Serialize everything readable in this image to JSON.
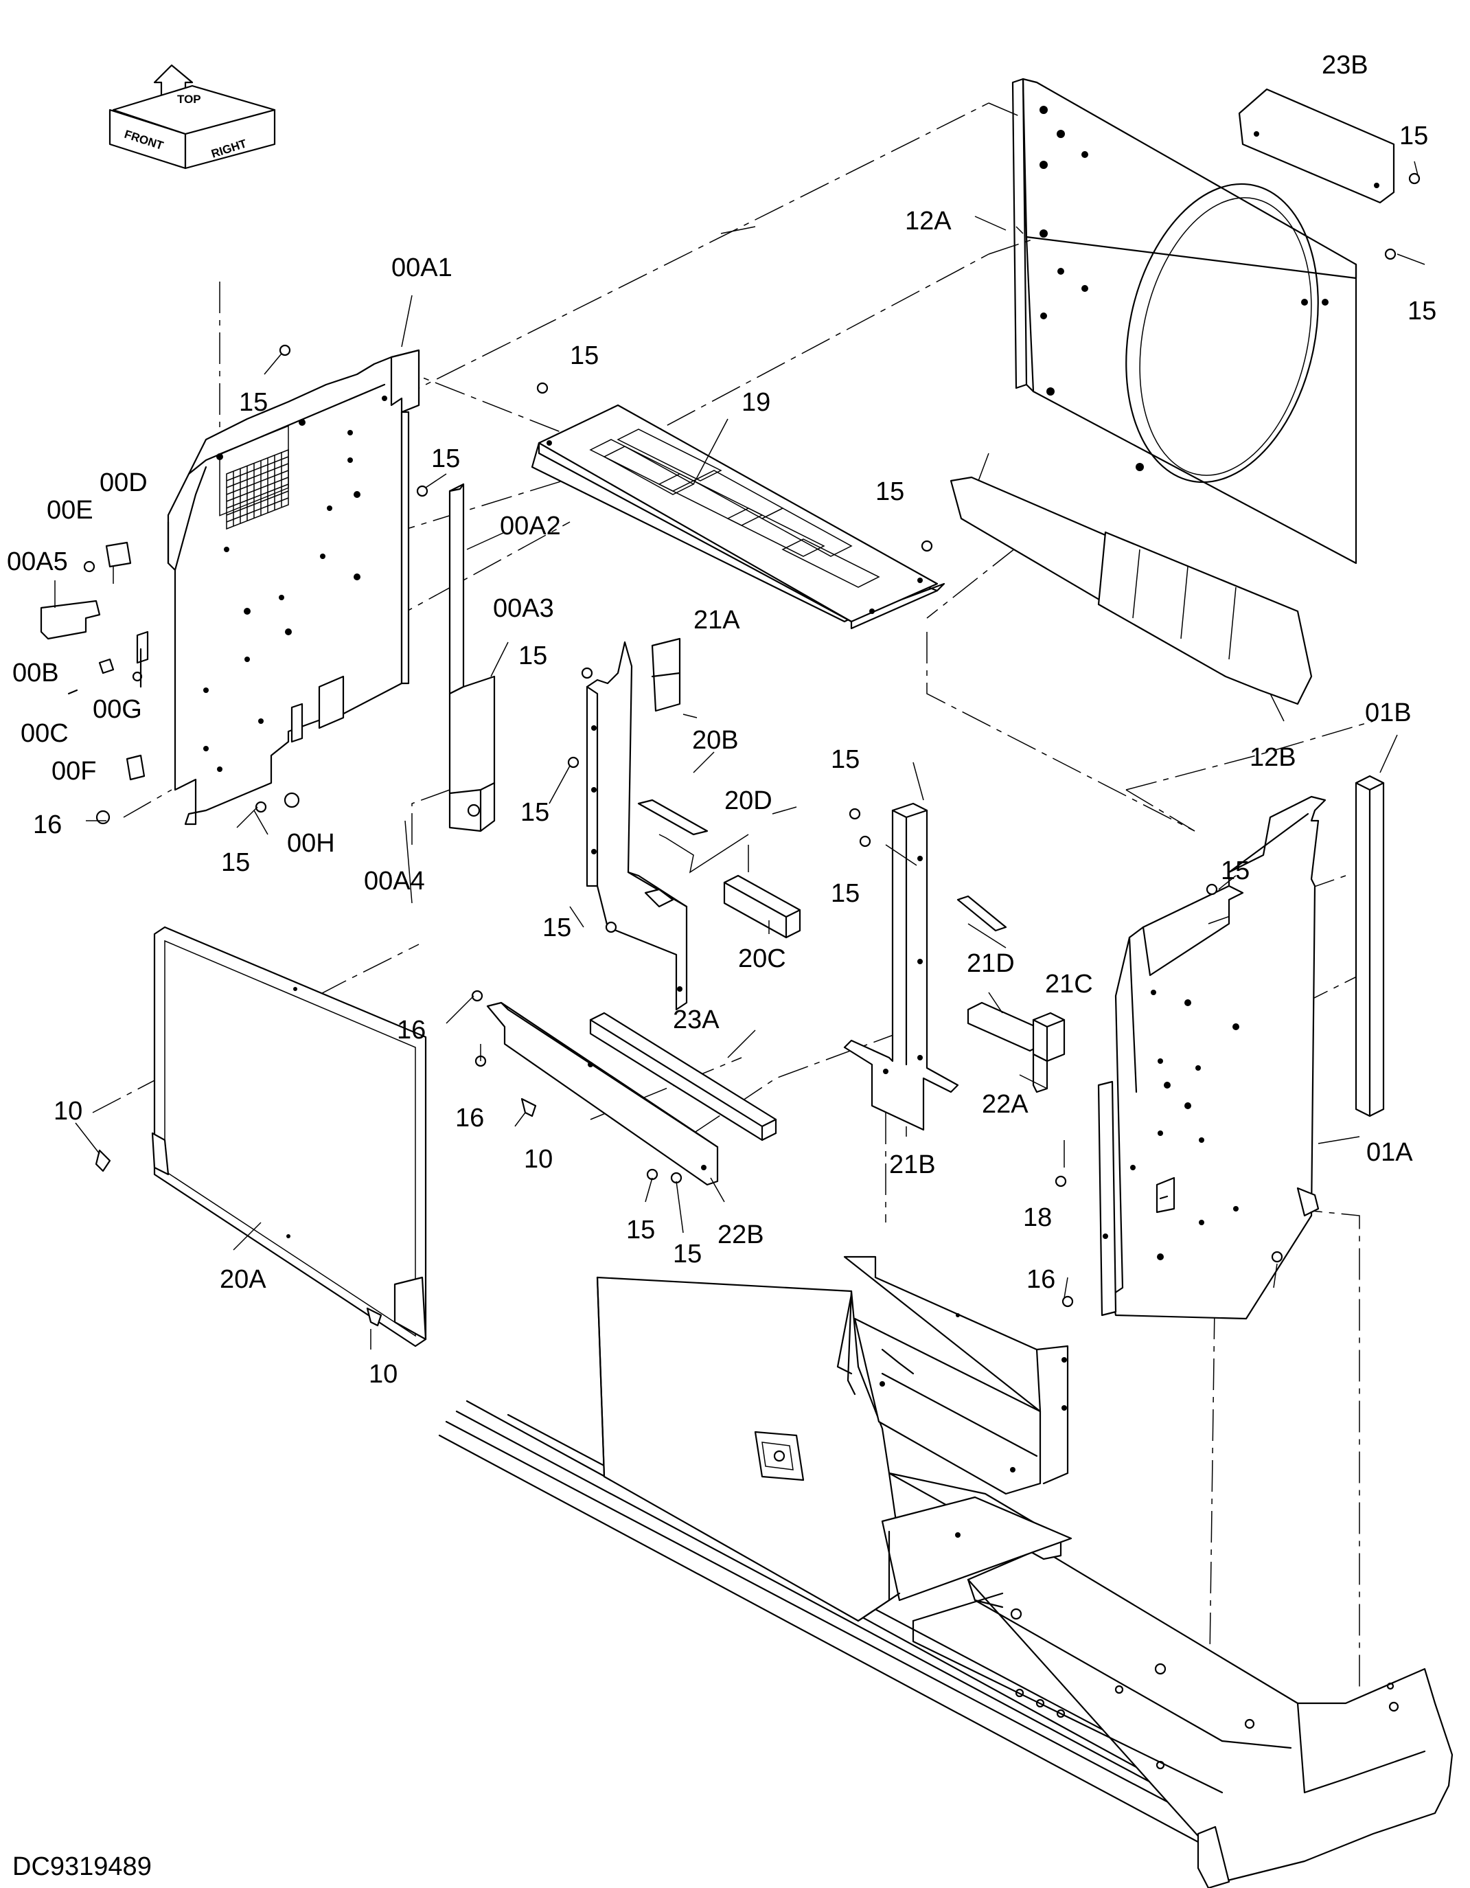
{
  "drawing_id": "DC9319489",
  "orientation_icon": {
    "front": "FRONT",
    "top": "TOP",
    "right": "RIGHT"
  },
  "callouts": [
    "00A1",
    "00A2",
    "00A3",
    "00A4",
    "00A5",
    "00B",
    "00C",
    "00D",
    "00E",
    "00F",
    "00G",
    "00H",
    "01A",
    "01B",
    "10",
    "10",
    "10",
    "12A",
    "12B",
    "15",
    "15",
    "15",
    "15",
    "15",
    "15",
    "15",
    "15",
    "15",
    "15",
    "15",
    "15",
    "15",
    "15",
    "15",
    "16",
    "16",
    "16",
    "16",
    "18",
    "19",
    "20A",
    "20B",
    "20C",
    "20D",
    "21A",
    "21B",
    "21C",
    "21D",
    "22A",
    "22B",
    "23A",
    "23B"
  ]
}
